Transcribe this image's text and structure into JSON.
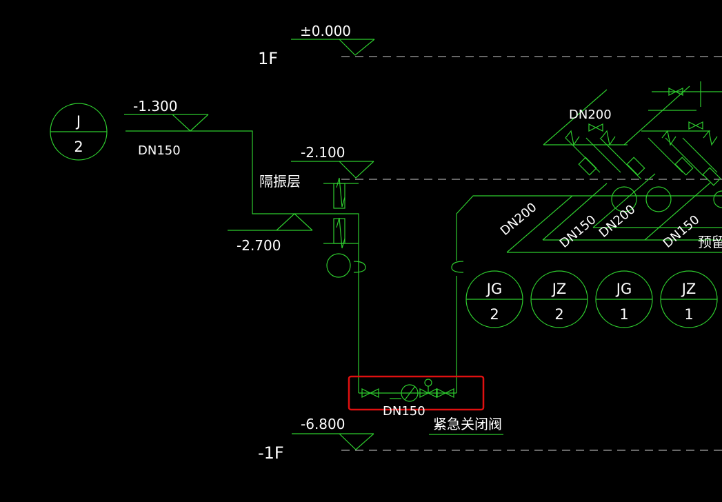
{
  "elevations": {
    "ground": "±0.000",
    "pipe_in": "-1.300",
    "isolation_top": "-2.100",
    "isolation_bottom": "-2.700",
    "basement": "-6.800"
  },
  "floors": {
    "upper": "1F",
    "lower": "-1F"
  },
  "pipe_sizes": {
    "inlet": "DN150",
    "loop": "DN150",
    "header_valve": "DN200",
    "branch_1": "DN200",
    "branch_2": "DN150",
    "branch_3": "DN200",
    "branch_4": "DN150"
  },
  "texts": {
    "isolation_layer": "隔振层",
    "emergency_valve": "紧急关闭阀",
    "reserved": "预留"
  },
  "bubbles": [
    {
      "top": "J",
      "bottom": "2"
    },
    {
      "top": "JG",
      "bottom": "2"
    },
    {
      "top": "JZ",
      "bottom": "2"
    },
    {
      "top": "JG",
      "bottom": "1"
    },
    {
      "top": "JZ",
      "bottom": "1"
    }
  ],
  "colors": {
    "background": "#000000",
    "pipe": "#2ecc2e",
    "text": "#ffffff",
    "dashed": "#cfcfcf",
    "highlight": "#e01010"
  }
}
